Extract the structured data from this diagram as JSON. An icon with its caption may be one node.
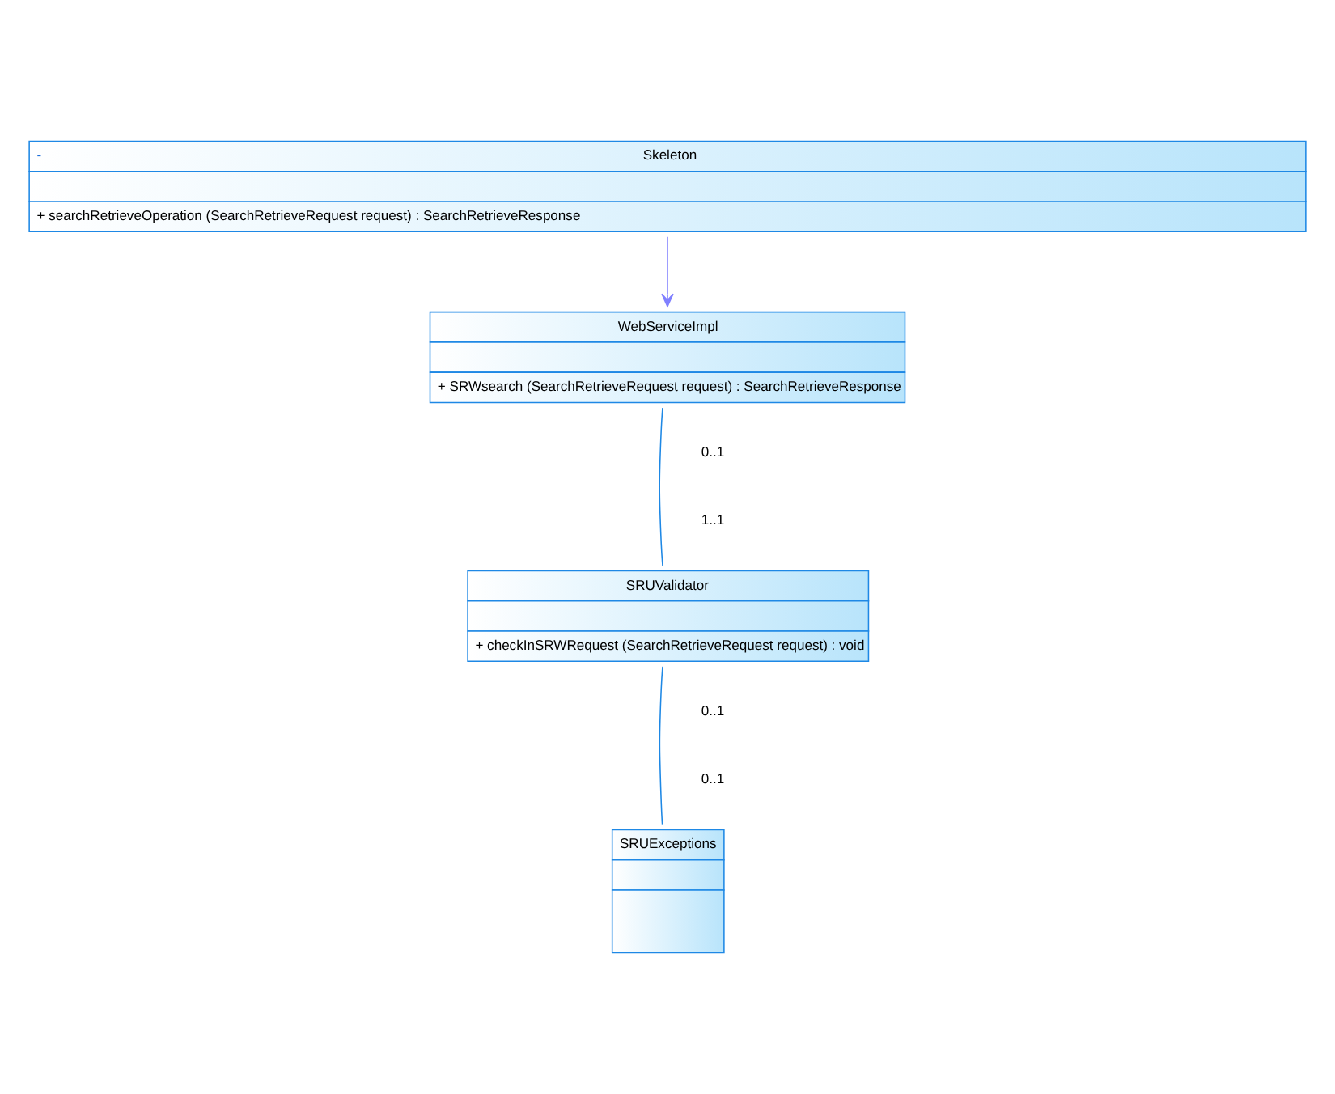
{
  "diagram": {
    "nodes": [
      {
        "text": [
          "-",
          "Skeleton",
          "+ searchRetrieveOperation (SearchRetrieveRequest request) : SearchRetrieveResponse"
        ]
      },
      {
        "text": [
          "WebServiceImpl",
          "+ SRWsearch (SearchRetrieveRequest request) : SearchRetrieveResponse"
        ]
      },
      {
        "text": [
          "SRUValidator",
          "+ checkInSRWRequest (SearchRetrieveRequest request) : void"
        ]
      },
      {
        "text": [
          "SRUExceptions"
        ]
      }
    ],
    "edges": [
      {
        "from": 0,
        "to": 1,
        "arrow": "to",
        "color": "#8080ff"
      },
      {
        "from": 1,
        "to": 2,
        "arrow": "none"
      },
      {
        "from": 2,
        "to": 3,
        "arrow": "none"
      }
    ],
    "labels": [
      "0..1",
      "1..1",
      "0..1",
      "0..1"
    ]
  }
}
